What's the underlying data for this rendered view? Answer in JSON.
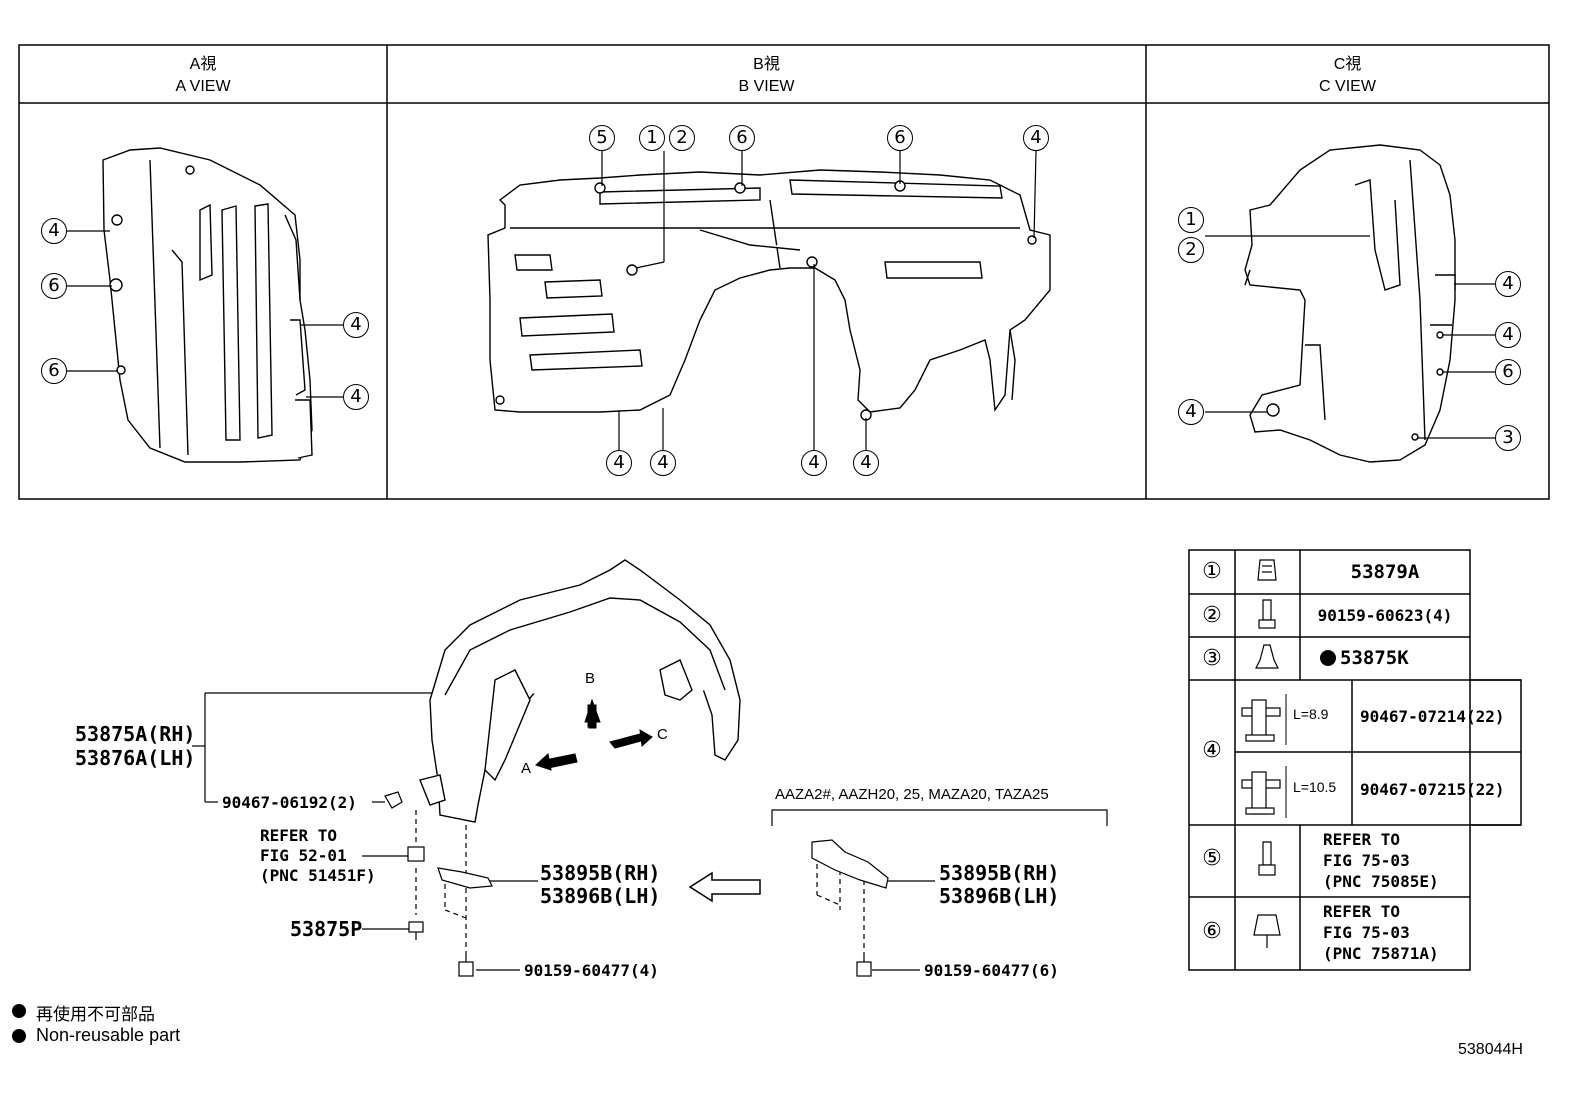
{
  "views": [
    {
      "jp": "A視",
      "en": "A VIEW"
    },
    {
      "jp": "B視",
      "en": "B VIEW"
    },
    {
      "jp": "C視",
      "en": "C VIEW"
    }
  ],
  "callout_numbers": [
    "1",
    "2",
    "3",
    "4",
    "5",
    "6"
  ],
  "arrows": {
    "a": "A",
    "b": "B",
    "c": "C"
  },
  "main_part": {
    "rh": "53875A(RH)",
    "lh": "53876A(LH)"
  },
  "parts": {
    "p_90467_06192": "90467-06192(2)",
    "refer_fig52": [
      "REFER TO",
      "FIG 52-01",
      "(PNC 51451F)"
    ],
    "p_53875P": "53875P",
    "p_53895B_rh": "53895B(RH)",
    "p_53896B_lh": "53896B(LH)",
    "p_90159_60477_4": "90159-60477(4)",
    "p_90159_60477_6": "90159-60477(6)",
    "model_note": "AAZA2#, AAZH20, 25, MAZA20, TAZA25"
  },
  "table": {
    "rows": [
      {
        "num": "①",
        "part": "53879A"
      },
      {
        "num": "②",
        "part": "90159-60623(4)"
      },
      {
        "num": "③",
        "part": "53875K",
        "non_reusable": true
      },
      {
        "num": "④",
        "sub": [
          {
            "len": "L=8.9",
            "part": "90467-07214(22)"
          },
          {
            "len": "L=10.5",
            "part": "90467-07215(22)"
          }
        ]
      },
      {
        "num": "⑤",
        "refer": [
          "REFER TO",
          "FIG 75-03",
          "(PNC 75085E)"
        ]
      },
      {
        "num": "⑥",
        "refer": [
          "REFER TO",
          "FIG 75-03",
          "(PNC 75871A)"
        ]
      }
    ]
  },
  "legend": {
    "jp": "再使用不可部品",
    "en": "Non-reusable part",
    "bullet": "●"
  },
  "figure_id": "538044H"
}
